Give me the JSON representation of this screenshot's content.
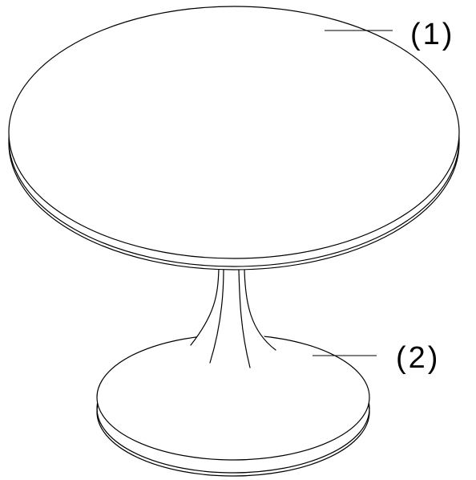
{
  "callouts": [
    {
      "id": "1",
      "text": "(1)"
    },
    {
      "id": "2",
      "text": "(2)"
    }
  ],
  "colors": {
    "line": "#000000",
    "background": "#ffffff"
  }
}
